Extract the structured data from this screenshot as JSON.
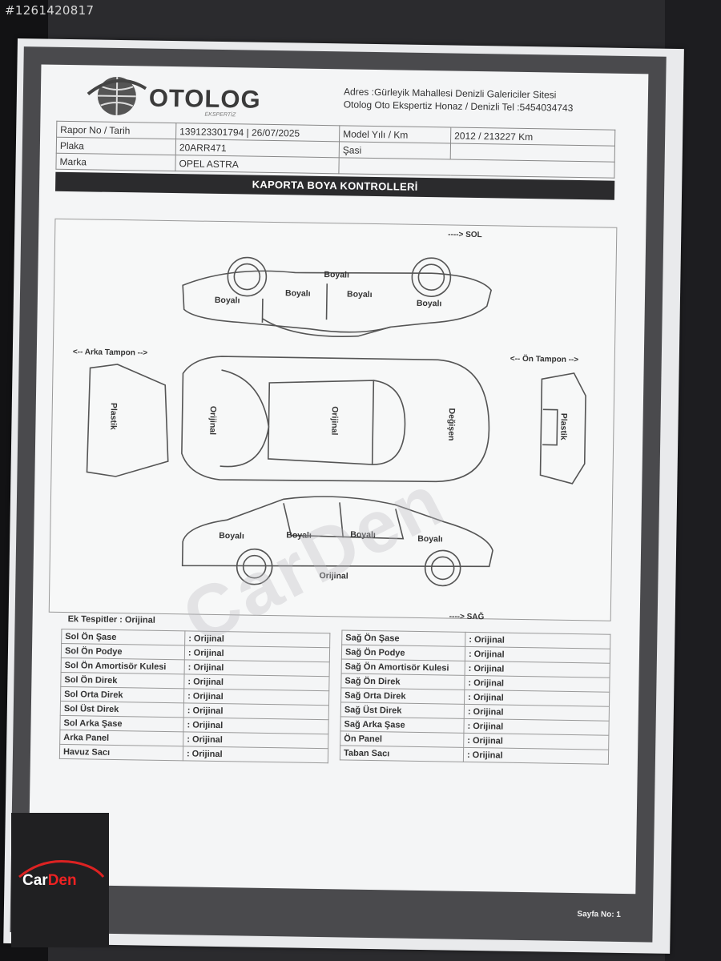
{
  "photo_id": "#1261420817",
  "header": {
    "logo_text": "OTOLOG",
    "logo_sub": "EKSPERTİZ",
    "address_line1": "Adres :Gürleyik Mahallesi Denizli Galericiler Sitesi",
    "address_line2": "Otolog Oto Ekspertiz Honaz / Denizli Tel :5454034743"
  },
  "info": {
    "rapor_label": "Rapor No / Tarih",
    "rapor_value": "139123301794 | 26/07/2025",
    "model_label": "Model Yılı / Km",
    "model_value": "2012 / 213227 Km",
    "plaka_label": "Plaka",
    "plaka_value": "20ARR471",
    "sasi_label": "Şasi",
    "sasi_value": "",
    "marka_label": "Marka",
    "marka_value": "OPEL ASTRA"
  },
  "section_title": "KAPORTA BOYA KONTROLLERİ",
  "diagram": {
    "sol_label": "----> SOL",
    "sag_label": "----> SAĞ",
    "arka_tampon": "<-- Arka Tampon -->",
    "on_tampon": "<-- Ön Tampon -->",
    "parts": {
      "sol_top": "Boyalı",
      "sol_arka_camurluk": "Boyalı",
      "sol_arka_kapi": "Boyalı",
      "sol_on_kapi": "Boyalı",
      "sol_on_camurluk": "Boyalı",
      "arka_tampon": "Plastik",
      "bagaj": "Orijinal",
      "tavan": "Orijinal",
      "kaput": "Değişen",
      "on_tampon": "Plastik",
      "sag_arka_camurluk": "Boyalı",
      "sag_arka_kapi": "Boyalı",
      "sag_on_kapi": "Boyalı",
      "sag_on_camurluk": "Boyalı",
      "sag_marspiyel": "Orijinal"
    }
  },
  "ek_tespitler": "Ek Tespitler : Orijinal",
  "left_checks": [
    {
      "name": "Sol Ön Şase",
      "value": ": Orijinal"
    },
    {
      "name": "Sol Ön Podye",
      "value": ": Orijinal"
    },
    {
      "name": "Sol Ön Amortisör Kulesi",
      "value": ": Orijinal"
    },
    {
      "name": "Sol Ön Direk",
      "value": ": Orijinal"
    },
    {
      "name": "Sol Orta Direk",
      "value": ": Orijinal"
    },
    {
      "name": "Sol Üst Direk",
      "value": ": Orijinal"
    },
    {
      "name": "Sol Arka Şase",
      "value": ": Orijinal"
    },
    {
      "name": "Arka Panel",
      "value": ": Orijinal"
    },
    {
      "name": "Havuz Sacı",
      "value": ": Orijinal"
    }
  ],
  "right_checks": [
    {
      "name": "Sağ Ön Şase",
      "value": ": Orijinal"
    },
    {
      "name": "Sağ Ön Podye",
      "value": ": Orijinal"
    },
    {
      "name": "Sağ Ön Amortisör Kulesi",
      "value": ": Orijinal"
    },
    {
      "name": "Sağ Ön Direk",
      "value": ": Orijinal"
    },
    {
      "name": "Sağ Orta Direk",
      "value": ": Orijinal"
    },
    {
      "name": "Sağ Üst Direk",
      "value": ": Orijinal"
    },
    {
      "name": "Sağ Arka Şase",
      "value": ": Orijinal"
    },
    {
      "name": "Ön Panel",
      "value": ": Orijinal"
    },
    {
      "name": "Taban Sacı",
      "value": ": Orijinal"
    }
  ],
  "page_no": "Sayfa No: 1",
  "watermark": "CarDen",
  "carden_logo": {
    "car": "Car",
    "den": "Den"
  }
}
